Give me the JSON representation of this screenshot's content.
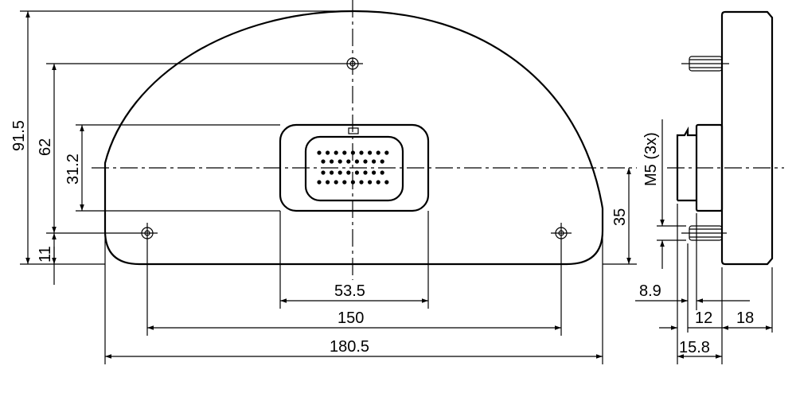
{
  "drawing": {
    "front_view": {
      "dimensions": {
        "overall_height": "91.5",
        "hole_vertical_spacing": "62",
        "connector_height": "31.2",
        "hole_bottom_offset": "11",
        "center_height": "35",
        "connector_width": "53.5",
        "hole_horizontal_spacing": "150",
        "overall_width": "180.5"
      }
    },
    "side_view": {
      "thread_label": "M5 (3x)",
      "dimensions": {
        "connector_depth": "8.9",
        "body_depth": "12",
        "plate_thickness": "18",
        "stud_length": "15.8"
      }
    },
    "colors": {
      "line": "#000000",
      "background": "#ffffff"
    }
  }
}
